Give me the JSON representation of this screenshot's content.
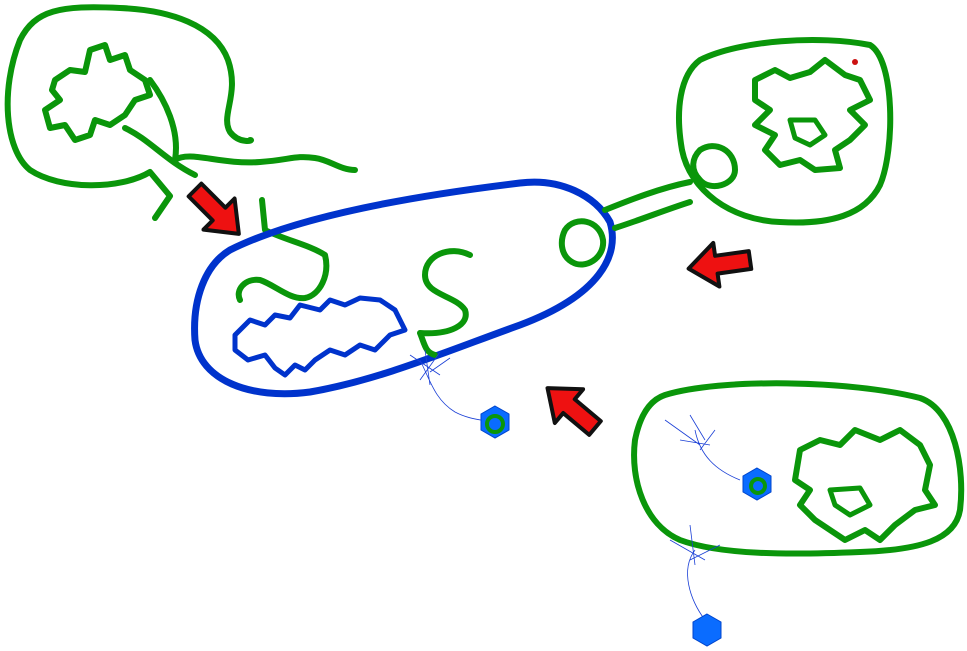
{
  "colors": {
    "donor_cell": "#0a960a",
    "recipient_cell": "#0033cc",
    "phage": "#0a6cff",
    "arrow_fill": "#ee1111",
    "arrow_outline": "#111111",
    "background": "#ffffff"
  },
  "icons": [
    "lysed-donor-cell",
    "recipient-cell",
    "conjugating-donor-cell",
    "phage-infected-donor-cell",
    "bacteriophage",
    "transfer-arrow"
  ]
}
